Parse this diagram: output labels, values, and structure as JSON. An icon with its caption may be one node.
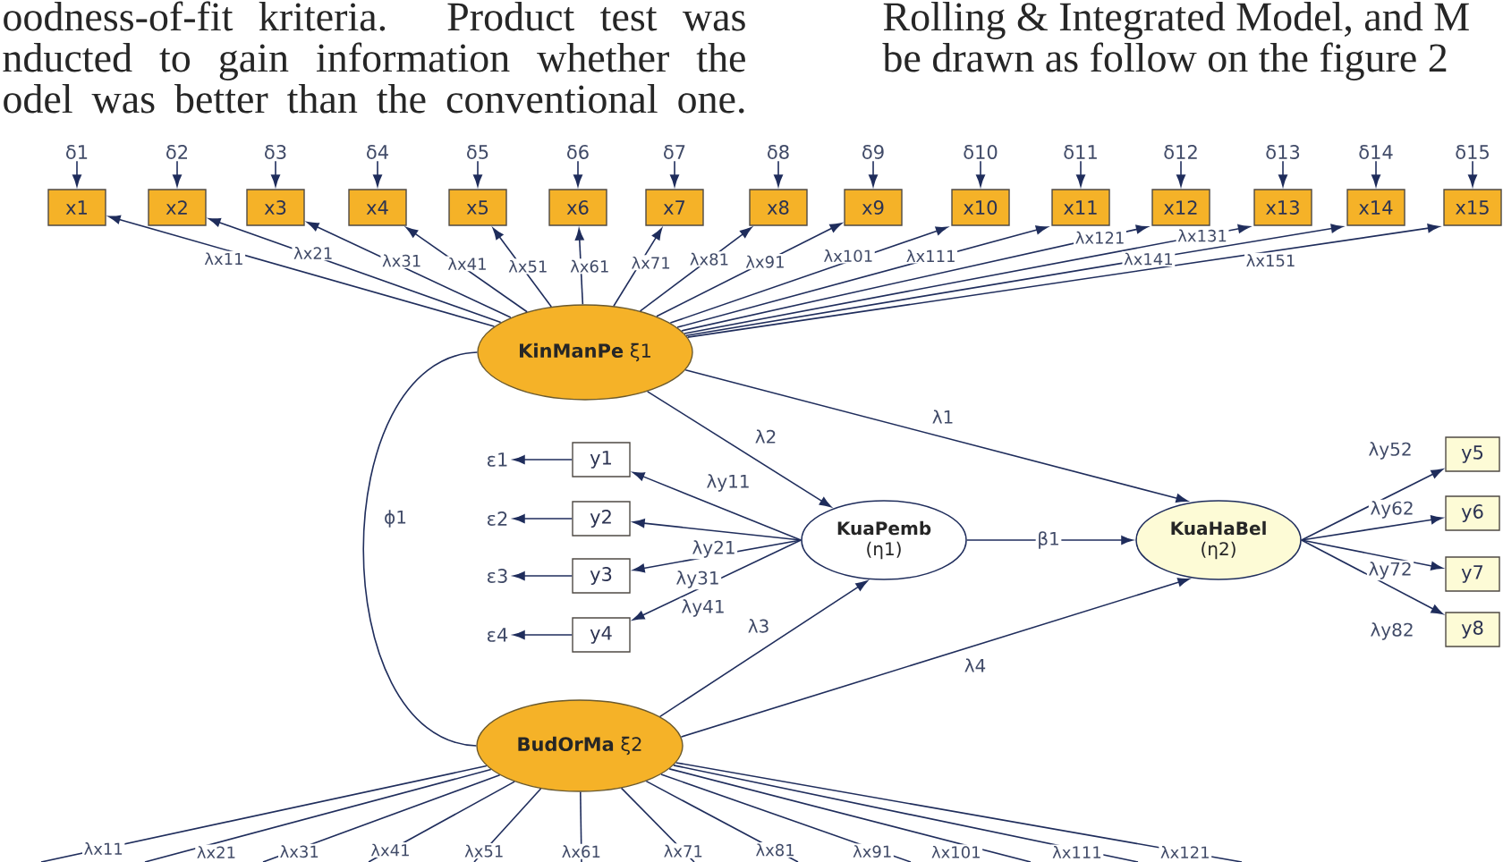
{
  "diagram": {
    "nodes": [
      {
        "text": [
          "δ1"
        ]
      },
      {
        "text": [
          "δ2"
        ]
      },
      {
        "text": [
          "δ3"
        ]
      },
      {
        "text": [
          "δ4"
        ]
      },
      {
        "text": [
          "δ5"
        ]
      },
      {
        "text": [
          "δ6"
        ]
      },
      {
        "text": [
          "δ7"
        ]
      },
      {
        "text": [
          "δ8"
        ]
      },
      {
        "text": [
          "δ9"
        ]
      },
      {
        "text": [
          "δ10"
        ]
      },
      {
        "text": [
          "δ11"
        ]
      },
      {
        "text": [
          "δ12"
        ]
      },
      {
        "text": [
          "δ13"
        ]
      },
      {
        "text": [
          "δ14"
        ]
      },
      {
        "text": [
          "δ15"
        ]
      },
      {
        "text": [
          "x1"
        ]
      },
      {
        "text": [
          "x2"
        ]
      },
      {
        "text": [
          "x3"
        ]
      },
      {
        "text": [
          "x4"
        ]
      },
      {
        "text": [
          "x5"
        ]
      },
      {
        "text": [
          "x6"
        ]
      },
      {
        "text": [
          "x7"
        ]
      },
      {
        "text": [
          "x8"
        ]
      },
      {
        "text": [
          "x9"
        ]
      },
      {
        "text": [
          "x10"
        ]
      },
      {
        "text": [
          "x11"
        ]
      },
      {
        "text": [
          "x12"
        ]
      },
      {
        "text": [
          "x13"
        ]
      },
      {
        "text": [
          "x14"
        ]
      },
      {
        "text": [
          "x15"
        ]
      },
      {
        "text": [
          "**KinManPe** ξ1"
        ]
      },
      {
        "text": [
          "ε1"
        ]
      },
      {
        "text": [
          "ε2"
        ]
      },
      {
        "text": [
          "ε3"
        ]
      },
      {
        "text": [
          "ε4"
        ]
      },
      {
        "text": [
          "y1"
        ]
      },
      {
        "text": [
          "y2"
        ]
      },
      {
        "text": [
          "y3"
        ]
      },
      {
        "text": [
          "y4"
        ]
      },
      {
        "text": [
          "KuaPemb",
          "(η1)"
        ]
      },
      {
        "text": [
          "KuaHaBel",
          "(η2)"
        ]
      },
      {
        "text": [
          "y5"
        ]
      },
      {
        "text": [
          "y6"
        ]
      },
      {
        "text": [
          "y7"
        ]
      },
      {
        "text": [
          "y8"
        ]
      },
      {
        "text": [
          "**BudOrMa** ξ2"
        ]
      }
    ],
    "edges": [
      {
        "from": 0,
        "to": 15,
        "arrow": "to"
      },
      {
        "from": 1,
        "to": 16,
        "arrow": "to"
      },
      {
        "from": 2,
        "to": 17,
        "arrow": "to"
      },
      {
        "from": 3,
        "to": 18,
        "arrow": "to"
      },
      {
        "from": 4,
        "to": 19,
        "arrow": "to"
      },
      {
        "from": 5,
        "to": 20,
        "arrow": "to"
      },
      {
        "from": 6,
        "to": 21,
        "arrow": "to"
      },
      {
        "from": 7,
        "to": 22,
        "arrow": "to"
      },
      {
        "from": 8,
        "to": 23,
        "arrow": "to"
      },
      {
        "from": 9,
        "to": 24,
        "arrow": "to"
      },
      {
        "from": 10,
        "to": 25,
        "arrow": "to"
      },
      {
        "from": 11,
        "to": 26,
        "arrow": "to"
      },
      {
        "from": 12,
        "to": 27,
        "arrow": "to"
      },
      {
        "from": 13,
        "to": 28,
        "arrow": "to"
      },
      {
        "from": 14,
        "to": 29,
        "arrow": "to"
      },
      {
        "from": 30,
        "to": 15,
        "arrow": "to",
        "label": "λx11"
      },
      {
        "from": 30,
        "to": 16,
        "arrow": "to",
        "label": "λx21"
      },
      {
        "from": 30,
        "to": 17,
        "arrow": "to",
        "label": "λx31"
      },
      {
        "from": 30,
        "to": 18,
        "arrow": "to",
        "label": "λx41"
      },
      {
        "from": 30,
        "to": 19,
        "arrow": "to",
        "label": "λx51"
      },
      {
        "from": 30,
        "to": 20,
        "arrow": "to",
        "label": "λx61"
      },
      {
        "from": 30,
        "to": 21,
        "arrow": "to",
        "label": "λx71"
      },
      {
        "from": 30,
        "to": 22,
        "arrow": "to",
        "label": "λx81"
      },
      {
        "from": 30,
        "to": 23,
        "arrow": "to",
        "label": "λx91"
      },
      {
        "from": 30,
        "to": 24,
        "arrow": "to",
        "label": "λx101"
      },
      {
        "from": 30,
        "to": 25,
        "arrow": "to",
        "label": "λx111"
      },
      {
        "from": 30,
        "to": 26,
        "arrow": "to",
        "label": "λx121"
      },
      {
        "from": 30,
        "to": 27,
        "arrow": "to",
        "label": "λx131"
      },
      {
        "from": 30,
        "to": 28,
        "arrow": "to",
        "label": "λx141"
      },
      {
        "from": 30,
        "to": 29,
        "arrow": "to",
        "label": "λx151"
      },
      {
        "from": 30,
        "to": 39,
        "arrow": "to",
        "label": "λ2"
      },
      {
        "from": 30,
        "to": 40,
        "arrow": "to",
        "label": "λ1"
      },
      {
        "from": 39,
        "to": 35,
        "arrow": "to",
        "label": "λy11"
      },
      {
        "from": 39,
        "to": 36,
        "arrow": "to",
        "label": "λy21"
      },
      {
        "from": 39,
        "to": 37,
        "arrow": "to",
        "label": "λy31"
      },
      {
        "from": 39,
        "to": 38,
        "arrow": "to",
        "label": "λy41"
      },
      {
        "from": 35,
        "to": 31,
        "arrow": "to"
      },
      {
        "from": 36,
        "to": 32,
        "arrow": "to"
      },
      {
        "from": 37,
        "to": 33,
        "arrow": "to"
      },
      {
        "from": 38,
        "to": 34,
        "arrow": "to"
      },
      {
        "from": 39,
        "to": 40,
        "arrow": "to",
        "label": "β1"
      },
      {
        "from": 40,
        "to": 41,
        "arrow": "to",
        "label": "λy52"
      },
      {
        "from": 40,
        "to": 42,
        "arrow": "to",
        "label": "λy62"
      },
      {
        "from": 40,
        "to": 43,
        "arrow": "to",
        "label": "λy72"
      },
      {
        "from": 40,
        "to": 44,
        "arrow": "to",
        "label": "λy82"
      },
      {
        "from": 45,
        "to": 39,
        "arrow": "to",
        "label": "λ3"
      },
      {
        "from": 45,
        "to": 40,
        "arrow": "to",
        "label": "λ4"
      },
      {
        "from": 30,
        "to": 45,
        "arrow": "none",
        "label": "ϕ1"
      },
      {
        "from": 45,
        "to": null,
        "arrow": "none",
        "label": "λx11"
      },
      {
        "from": 45,
        "to": null,
        "arrow": "none",
        "label": "λx21"
      },
      {
        "from": 45,
        "to": null,
        "arrow": "none",
        "label": "λx31"
      },
      {
        "from": 45,
        "to": null,
        "arrow": "none",
        "label": "λx41"
      },
      {
        "from": 45,
        "to": null,
        "arrow": "none",
        "label": "λx51"
      },
      {
        "from": 45,
        "to": null,
        "arrow": "none",
        "label": "λx61"
      },
      {
        "from": 45,
        "to": null,
        "arrow": "none",
        "label": "λx71"
      },
      {
        "from": 45,
        "to": null,
        "arrow": "none",
        "label": "λx81"
      },
      {
        "from": 45,
        "to": null,
        "arrow": "none",
        "label": "λx91"
      },
      {
        "from": 45,
        "to": null,
        "arrow": "none",
        "label": "λx101"
      },
      {
        "from": 45,
        "to": null,
        "arrow": "none",
        "label": "λx111"
      },
      {
        "from": 45,
        "to": null,
        "arrow": "none",
        "label": "λx121"
      }
    ],
    "labels": [
      "oodness-of-fit kriteria. Product test was",
      "nducted to gain information whether the",
      "odel was better than the conventional one.",
      "Rolling & Integrated Model, and M",
      "be drawn as follow on the figure 2"
    ]
  }
}
